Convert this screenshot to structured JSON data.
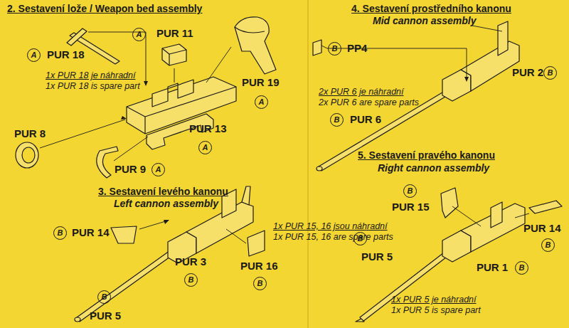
{
  "diagram": {
    "nodes": [
      {
        "text": [
          "A"
        ]
      },
      {
        "text": [
          "A"
        ]
      },
      {
        "text": [
          "A"
        ]
      },
      {
        "text": [
          "A"
        ]
      },
      {
        "text": [
          "A"
        ]
      },
      {
        "text": [
          "B"
        ]
      },
      {
        "text": [
          "B"
        ]
      },
      {
        "text": [
          "B"
        ]
      },
      {
        "text": [
          "B"
        ]
      },
      {
        "text": [
          "B"
        ]
      },
      {
        "text": [
          "B"
        ]
      },
      {
        "text": [
          "B"
        ]
      },
      {
        "text": [
          "B"
        ]
      },
      {
        "text": [
          "B"
        ]
      },
      {
        "text": [
          "B"
        ]
      },
      {
        "text": [
          "B"
        ]
      }
    ],
    "labels": [
      "2. Sestavení lože / Weapon bed assembly",
      "PUR 11",
      "PUR 19",
      "PUR 18",
      "1x PUR 18 je náhradní",
      "1x PUR 18 is spare part",
      "PUR 8",
      "PUR 13",
      "PUR 9",
      "3. Sestavení levého kanonu",
      "Left cannon assembly",
      "PUR 14",
      "1x PUR 15, 16 jsou náhradní",
      "1x PUR 15, 16 are spare parts",
      "PUR 3",
      "PUR 16",
      "PUR 5",
      "4. Sestavení prostředního kanonu",
      "Mid cannon assembly",
      "PP4",
      "PUR 2",
      "2x PUR 6 je náhradní",
      "2x PUR 6 are spare parts",
      "PUR 6",
      "5. Sestavení pravého kanonu",
      "Right cannon assembly",
      "PUR 15",
      "PUR 14",
      "PUR 5",
      "PUR 1",
      "1x PUR 5 je náhradní",
      "1x PUR 5 is spare part"
    ]
  }
}
